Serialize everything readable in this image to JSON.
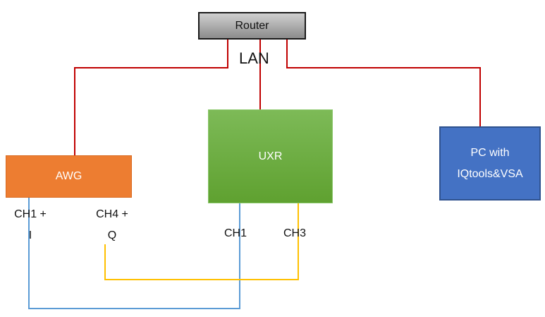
{
  "router": {
    "label": "Router"
  },
  "network": {
    "label": "LAN"
  },
  "awg": {
    "label": "AWG",
    "port_left": {
      "line1": "CH1 +",
      "line2": "I"
    },
    "port_right": {
      "line1": "CH4 +",
      "line2": "Q"
    }
  },
  "uxr": {
    "label": "UXR",
    "port_left": "CH1",
    "port_right": "CH3"
  },
  "pc": {
    "line1": "PC with",
    "line2": "IQtools&VSA"
  },
  "colors": {
    "lan_cable": "#c00000",
    "i_cable": "#5b9bd5",
    "q_cable": "#ffc000"
  }
}
